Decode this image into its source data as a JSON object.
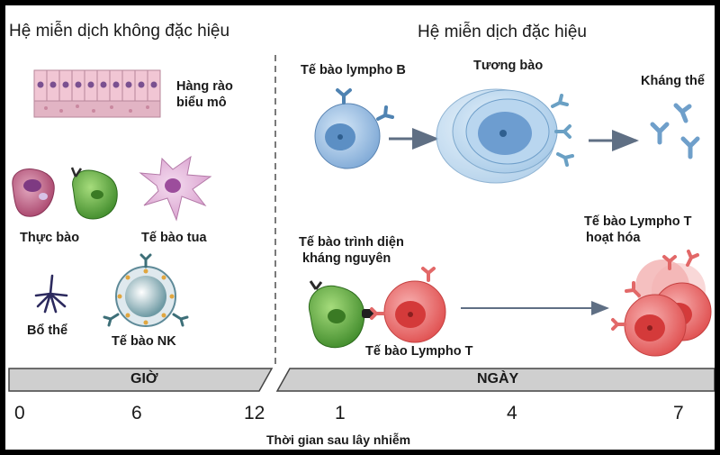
{
  "innate": {
    "title": "Hệ miễn dịch không đặc hiệu",
    "epithelium_label": [
      "Hàng rào",
      "biểu mô"
    ],
    "phagocyte_label": "Thực bào",
    "dendritic_label": "Tế bào tua",
    "complement_label": "Bổ thể",
    "nk_label": "Tế bào NK",
    "band_label": "GIỜ"
  },
  "adaptive": {
    "title": "Hệ miễn dịch đặc hiệu",
    "b_cell_label": "Tế bào lympho B",
    "plasma_label": "Tương bào",
    "antibody_label": "Kháng thể",
    "apc_label": [
      "Tế bào trình diện",
      "kháng nguyên"
    ],
    "t_cell_label": "Tế bào Lympho T",
    "activated_t_label": [
      "Tế bào Lympho T",
      "hoạt hóa"
    ],
    "band_label": "NGÀY"
  },
  "axis": {
    "ticks": [
      "0",
      "6",
      "12",
      "1",
      "4",
      "7"
    ],
    "label": "Thời gian sau lây nhiễm"
  },
  "colors": {
    "b_cell": "#8fb8e0",
    "t_cell": "#ec6a6a",
    "apc": "#5aa23c",
    "band": "#cfcfcf"
  }
}
